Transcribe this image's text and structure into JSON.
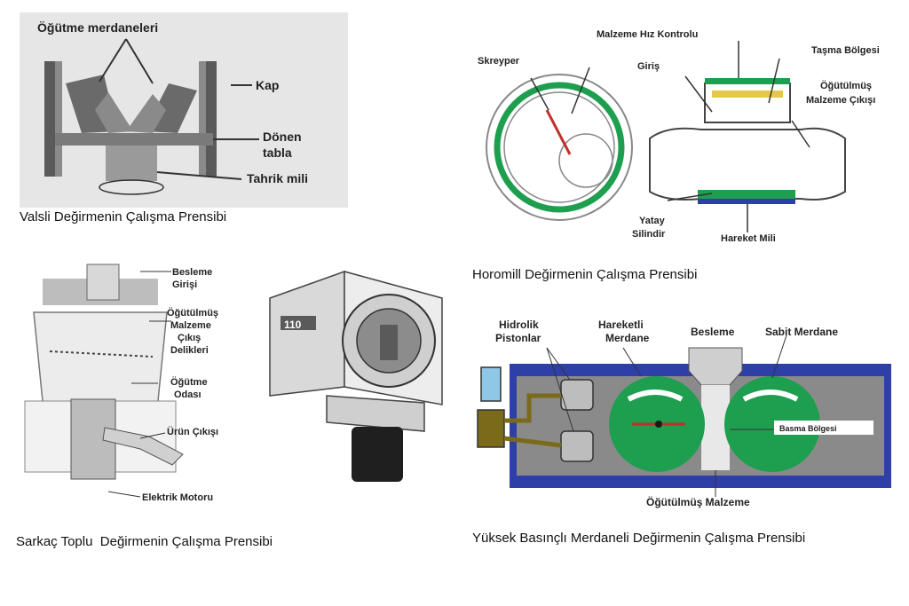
{
  "captions": {
    "valsli": "Valsli Değirmenin Çalışma Prensibi",
    "horomill": "Horomill Değirmenin Çalışma Prensibi",
    "sarkac": "Sarkaç Toplu  Değirmenin Çalışma Prensibi",
    "yuksek": "Yüksek Basınçlı Merdaneli Değirmenin Çalışma Prensibi"
  },
  "valsli": {
    "title": "Öğütme merdaneleri",
    "kap": "Kap",
    "donen1": "Dönen",
    "donen2": "tabla",
    "tahrik": "Tahrik mili"
  },
  "horomill": {
    "hiz": "Malzeme Hız Kontrolu",
    "skreyper": "Skreyper",
    "giris": "Giriş",
    "tasma": "Taşma Bölgesi",
    "cikis1": "Öğütülmüş",
    "cikis2": "Malzeme Çıkışı",
    "yatay1": "Yatay",
    "yatay2": "Silindir",
    "hareket": "Hareket Mili"
  },
  "sarkac": {
    "besleme1": "Besleme",
    "besleme2": "Girişi",
    "ogut1": "Öğütülmüş",
    "ogut2": "Malzeme",
    "ogut3": "Çıkış",
    "ogut4": "Delikleri",
    "oda1": "Öğütme",
    "oda2": "Odası",
    "urun": "Ürün Çıkışı",
    "motor": "Elektrik Motoru",
    "machine_number": "110"
  },
  "yuksek": {
    "hidrolik1": "Hidrolik",
    "hidrolik2": "Pistonlar",
    "hareketli1": "Hareketli",
    "hareketli2": "Merdane",
    "besleme": "Besleme",
    "sabit": "Sabit Merdane",
    "basma": "Basma Bölgesi",
    "ogutulmus": "Öğütülmüş Malzeme"
  },
  "colors": {
    "roller_green": "#1e9e4f",
    "frame_blue": "#2f3fa8",
    "frame_gray": "#8a8a8a",
    "piston_olive": "#7a6a1a",
    "arrow_red": "#c0302a"
  }
}
